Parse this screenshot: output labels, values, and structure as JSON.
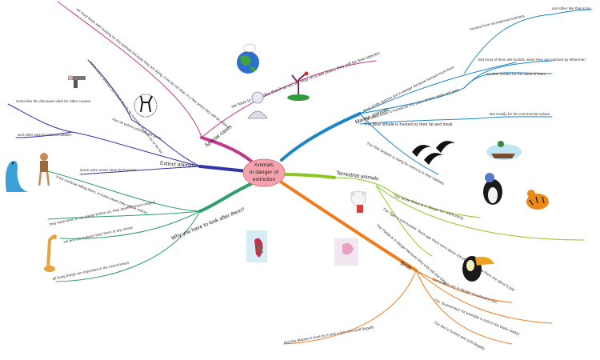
{
  "center": {
    "lines": [
      "Animals",
      "in danger of",
      "extinction"
    ],
    "fill": "#f4a3ad",
    "stroke": "#d97a86"
  },
  "colors": {
    "special": "#c03a8c",
    "marine": "#1f86c6",
    "terrestrial": "#8bc61e",
    "birds": "#f07a1c",
    "why": "#2f9e6b",
    "extinct": "#2f32a8"
  },
  "branches": {
    "special_cases": "Special cases",
    "marine": "Marine animals",
    "terrestrial": "Terrestrial animals",
    "birds": "Birds",
    "why": "Why you have to look after them?",
    "extinct": "Extinct animals"
  },
  "special_cases": [
    "we must finish with hunting for this animals because they are dying. if we do not stop, in a few years they will be extinct",
    "we have to remember that if we do not stop, in a few years, they will be less species"
  ],
  "marine": [
    "Most of the species are in danger because humans hunt them",
    "Hunted from recreational business",
    "and other like that to be",
    "The white shark is hunted for the value of their teeth and jaws",
    "But most of them die hunted, when they are catched by fishermen",
    "another hunted for the value of them",
    "The Blue Whale is hunted by their fat and meat",
    "But mostly for the commercial values",
    "The Pink Dolphin is dying for mercury in their habitats"
  ],
  "terrestrial": [
    "The White Rhino is in danger for overhunting",
    "The Tiger is overhunted. Years ago there were about 100,000 tigers, now there are about 5,000",
    "The Panda is in danger because they only eat one thing"
  ],
  "birds": [
    "Some birds are in danger of extinction too!",
    "The 'Guacamayo' for example is sold in the black market",
    "The Ibis is hunted and sold illegally",
    "And the Macaw is hunt for it well colors and sold illegally"
  ],
  "why": [
    "If we continue killing them, in some years they will be extinct",
    "they have been in our planet before us, they deserve more respect",
    "we are not superior than them in any sense",
    "all living things are important in the environment"
  ],
  "extinct": [
    "some were never seen for humans",
    "most extinct animals are killed directly by humans, for their fur or for fun",
    "Some like the dinosaurs died for other causes",
    "and other was for natural causes",
    "now all extinct animals are gone"
  ]
}
